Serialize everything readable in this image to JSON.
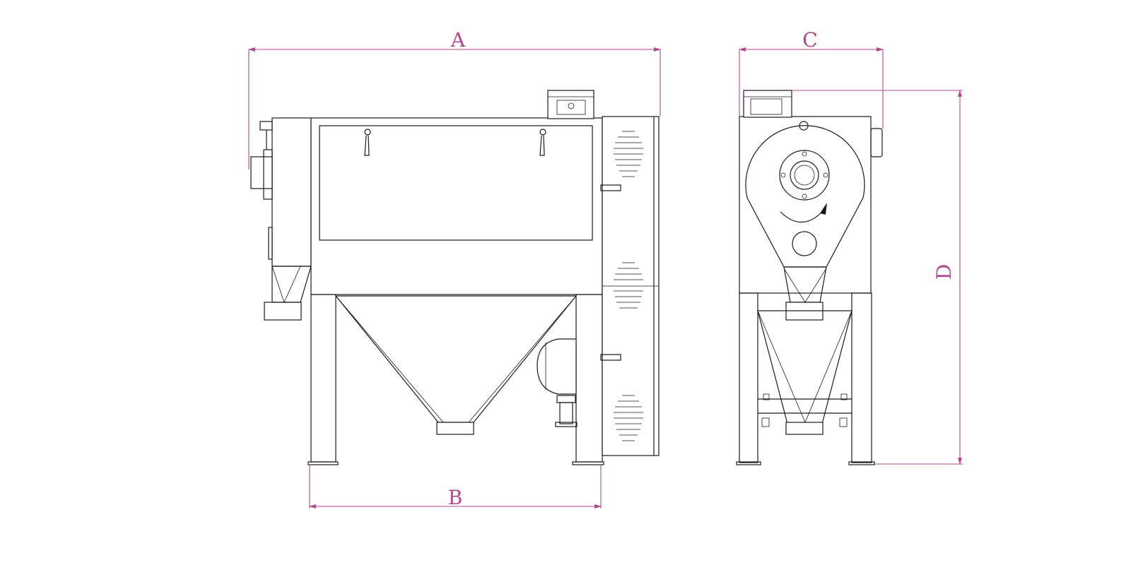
{
  "dimensions": {
    "a": {
      "label": "A"
    },
    "b": {
      "label": "B"
    },
    "c": {
      "label": "C"
    },
    "d": {
      "label": "D"
    }
  },
  "colors": {
    "dimension": "#b0478f",
    "outline": "#1a1a1a",
    "background": "#ffffff"
  }
}
